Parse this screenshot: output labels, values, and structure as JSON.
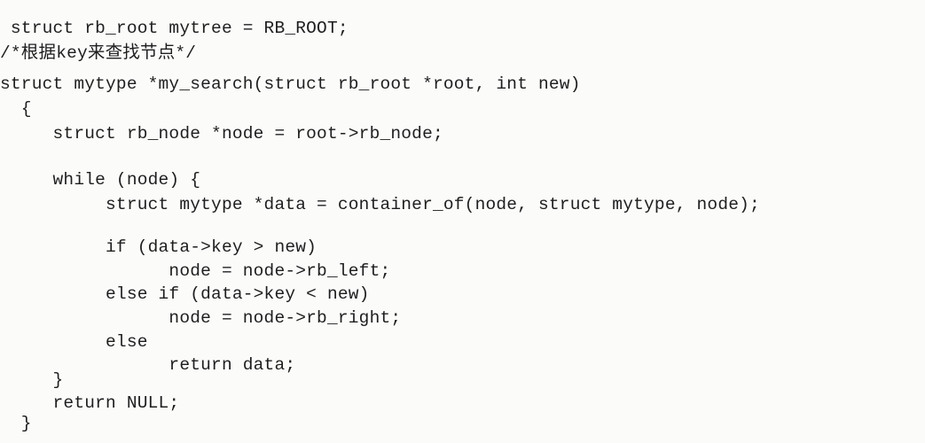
{
  "code": {
    "lines": [
      " struct rb_root mytree = RB_ROOT;",
      "/*根据key来查找节点*/",
      "struct mytype *my_search(struct rb_root *root, int new)",
      "  {",
      "     struct rb_node *node = root->rb_node;",
      "",
      "     while (node) {",
      "          struct mytype *data = container_of(node, struct mytype, node);",
      "",
      "          if (data->key > new)",
      "                node = node->rb_left;",
      "          else if (data->key < new)",
      "                node = node->rb_right;",
      "          else",
      "                return data;",
      "     }",
      "     return NULL;",
      "  }"
    ]
  }
}
